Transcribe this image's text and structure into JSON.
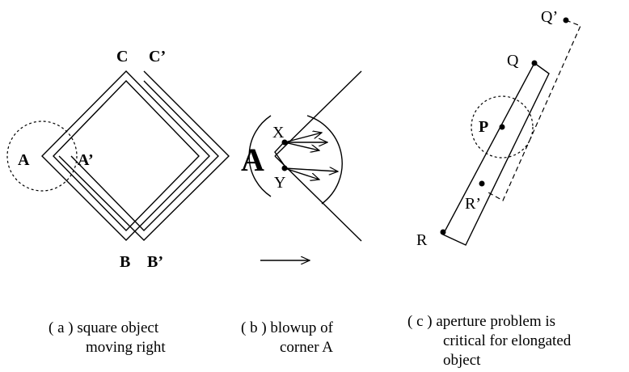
{
  "panel_a": {
    "labels": {
      "C": "C",
      "C_prime": "C’",
      "A": "A",
      "A_prime": "A’",
      "B": "B",
      "B_prime": "B’"
    },
    "caption": [
      "( a )  square object",
      "moving right"
    ]
  },
  "panel_b": {
    "labels": {
      "A": "A",
      "X": "X",
      "Y": "Y"
    },
    "caption": [
      "( b )  blowup  of",
      "corner  A"
    ]
  },
  "panel_c": {
    "labels": {
      "Q_prime": "Q’",
      "Q": "Q",
      "P": "P",
      "R_prime": "R’",
      "R": "R"
    },
    "caption": [
      "( c )  aperture  problem  is",
      "critical  for  elongated",
      "object"
    ]
  }
}
